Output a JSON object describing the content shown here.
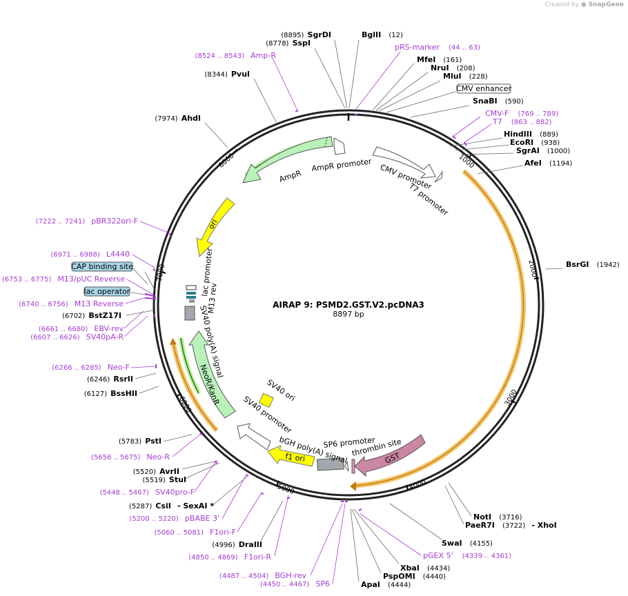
{
  "credit": {
    "prefix": "Created by",
    "brand": "SnapGene"
  },
  "map": {
    "name": "AIRAP 9: PSMD2.GST.V2.pcDNA3",
    "length": "8897 bp",
    "total_bp": 8897
  },
  "ticks": [
    "1000",
    "2000",
    "3000",
    "4000",
    "5000",
    "6000",
    "7000",
    "8000"
  ],
  "enzymes": [
    {
      "name": "SgrDI",
      "pos": "(8895)"
    },
    {
      "name": "SspI",
      "pos": "(8778)"
    },
    {
      "name": "PvuI",
      "pos": "(8344)"
    },
    {
      "name": "AhdI",
      "pos": "(7974)"
    },
    {
      "name": "BglII",
      "pos": "(12)"
    },
    {
      "name": "MfeI",
      "pos": "(161)"
    },
    {
      "name": "NruI",
      "pos": "(208)"
    },
    {
      "name": "MluI",
      "pos": "(228)"
    },
    {
      "name": "SnaBI",
      "pos": "(590)"
    },
    {
      "name": "HindIII",
      "pos": "(889)"
    },
    {
      "name": "EcoRI",
      "pos": "(938)"
    },
    {
      "name": "SgrAI",
      "pos": "(1000)"
    },
    {
      "name": "AfeI",
      "pos": "(1194)"
    },
    {
      "name": "BsrGI",
      "pos": "(1942)"
    },
    {
      "name": "NotI",
      "pos": "(3716)"
    },
    {
      "name": "PaeR7I",
      "pos": "(3722)",
      "extra": "- XhoI"
    },
    {
      "name": "SwaI",
      "pos": "(4155)"
    },
    {
      "name": "XbaI",
      "pos": "(4434)"
    },
    {
      "name": "PspOMI",
      "pos": "(4440)"
    },
    {
      "name": "ApaI",
      "pos": "(4444)"
    },
    {
      "name": "DraIII",
      "pos": "(4996)"
    },
    {
      "name": "CsiI",
      "pos": "(5287)",
      "extra": "- SexAI *"
    },
    {
      "name": "StuI",
      "pos": "(5519)"
    },
    {
      "name": "AvrII",
      "pos": "(5520)"
    },
    {
      "name": "PstI",
      "pos": "(5783)"
    },
    {
      "name": "BssHII",
      "pos": "(6127)"
    },
    {
      "name": "RsrII",
      "pos": "(6246)"
    },
    {
      "name": "BstZ17I",
      "pos": "(6702)"
    }
  ],
  "primers": [
    {
      "name": "Amp-R",
      "pos": "(8524 .. 8543)"
    },
    {
      "name": "pRS-marker",
      "pos": "(44 .. 63)"
    },
    {
      "name": "CMV-F",
      "pos": "(769 .. 789)"
    },
    {
      "name": "T7",
      "pos": "(863 .. 882)"
    },
    {
      "name": "pBR322ori-F",
      "pos": "(7222 .. 7241)"
    },
    {
      "name": "L4440",
      "pos": "(6971 .. 6988)"
    },
    {
      "name": "M13/pUC Reverse",
      "pos": "(6753 .. 6775)"
    },
    {
      "name": "M13 Reverse",
      "pos": "(6740 .. 6756)"
    },
    {
      "name": "EBV-rev",
      "pos": "(6661 .. 6680)"
    },
    {
      "name": "SV40pA-R",
      "pos": "(6607 .. 6626)"
    },
    {
      "name": "Neo-F",
      "pos": "(6266 .. 6285)"
    },
    {
      "name": "Neo-R",
      "pos": "(5656 .. 5675)"
    },
    {
      "name": "SV40pro-F",
      "pos": "(5448 .. 5467)"
    },
    {
      "name": "pBABE 3'",
      "pos": "(5200 .. 5220)"
    },
    {
      "name": "F1ori-F",
      "pos": "(5060 .. 5081)"
    },
    {
      "name": "F1ori-R",
      "pos": "(4850 .. 4869)"
    },
    {
      "name": "BGH-rev",
      "pos": "(4487 .. 4504)"
    },
    {
      "name": "SP6",
      "pos": "(4450 .. 4467)"
    },
    {
      "name": "pGEX 5'",
      "pos": "(4339 .. 4361)"
    }
  ],
  "boxed_features": [
    "CMV enhancer",
    "CAP binding site",
    "lac operator"
  ],
  "features": [
    "AmpR promoter",
    "AmpR",
    "CMV promoter",
    "T7 promoter",
    "ori",
    "lac promoter",
    "M13 rev",
    "SV40 poly(A) signal",
    "NeoR/KanR",
    "SV40 ori",
    "SV40 promoter",
    "f1 ori",
    "bGH poly(A) signal",
    "SP6 promoter",
    "thrombin site",
    "GST"
  ]
}
